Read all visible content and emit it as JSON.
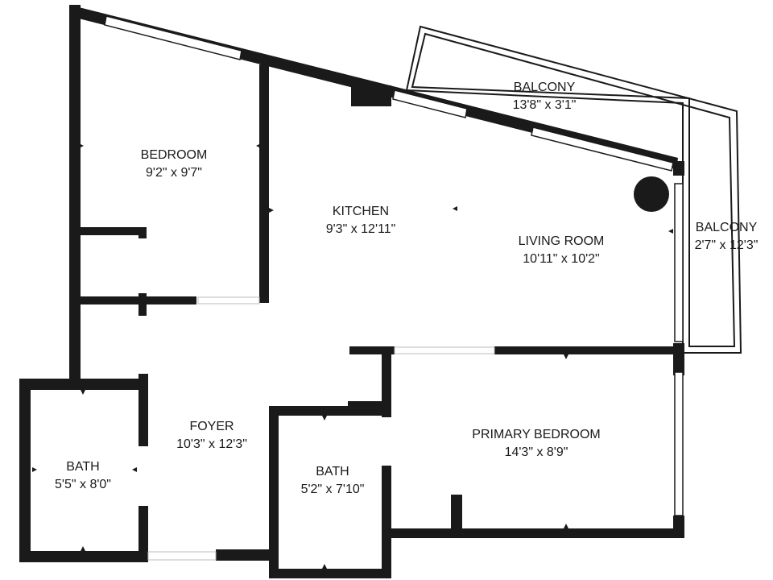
{
  "colors": {
    "wall": "#1a1a1a",
    "background": "#ffffff"
  },
  "rooms": {
    "bedroom": {
      "name": "BEDROOM",
      "dims": "9'2\" x 9'7\""
    },
    "kitchen": {
      "name": "KITCHEN",
      "dims": "9'3\" x 12'11\""
    },
    "living_room": {
      "name": "LIVING ROOM",
      "dims": "10'11\" x 10'2\""
    },
    "balcony_top": {
      "name": "BALCONY",
      "dims": "13'8\" x 3'1\""
    },
    "balcony_side": {
      "name": "BALCONY",
      "dims": "2'7\" x 12'3\""
    },
    "foyer": {
      "name": "FOYER",
      "dims": "10'3\" x 12'3\""
    },
    "bath_left": {
      "name": "BATH",
      "dims": "5'5\" x 8'0\""
    },
    "bath_center": {
      "name": "BATH",
      "dims": "5'2\" x 7'10\""
    },
    "primary_bedroom": {
      "name": "PRIMARY BEDROOM",
      "dims": "14'3\" x 8'9\""
    }
  }
}
